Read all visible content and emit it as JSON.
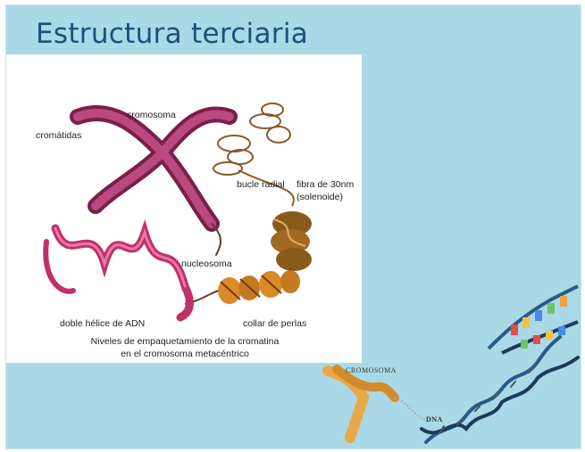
{
  "slide": {
    "title": "Estructura terciaria"
  },
  "figure": {
    "labels": {
      "cromatidas": "cromátidas",
      "cromosoma": "cromosoma",
      "bucle": "bucle radial",
      "fibra": "fibra de 30nm",
      "solenoide": "(solenoide)",
      "nucleosoma": "nucleosoma",
      "doble_helice": "doble hélice de ADN",
      "collar": "collar de perlas"
    },
    "caption_line1": "Niveles de empaquetamiento de la cromatina",
    "caption_line2": "en el cromosoma metacéntrico"
  },
  "dna_illustration": {
    "chromosome_label": "CROMOSOMA",
    "dna_label": "DNA"
  }
}
